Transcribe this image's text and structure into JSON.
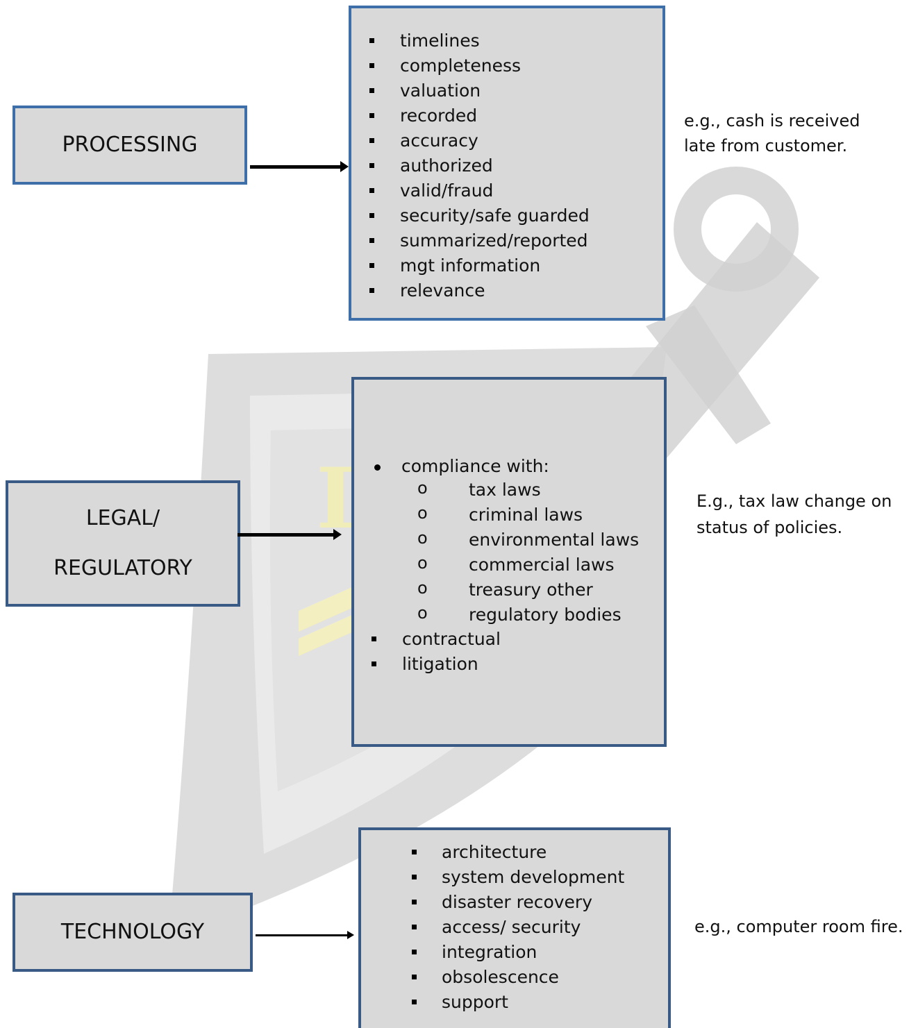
{
  "processing": {
    "label": "PROCESSING",
    "items": [
      "timelines",
      "completeness",
      "valuation",
      "recorded",
      "accuracy",
      "authorized",
      "valid/fraud",
      "security/safe guarded",
      "summarized/reported",
      "mgt information",
      "relevance"
    ],
    "note_line1": "e.g., cash is received",
    "note_line2": "late from customer."
  },
  "legal": {
    "label_line1": "LEGAL/",
    "label_line2": "REGULATORY",
    "compliance": "compliance with:",
    "sub_items": [
      "tax laws",
      "criminal laws",
      "environmental laws",
      "commercial laws",
      "treasury other",
      "regulatory bodies"
    ],
    "items": [
      "contractual",
      "litigation"
    ],
    "note_line1": "E.g., tax law change on",
    "note_line2": "status of policies."
  },
  "technology": {
    "label": "TECHNOLOGY",
    "items": [
      "architecture",
      "system development",
      "disaster recovery",
      "access/ security",
      "integration",
      "obsolescence",
      "support"
    ],
    "note": "e.g., computer room fire."
  },
  "watermark": {
    "letter": "I",
    "icon": "shield-sword-watermark-icon"
  }
}
